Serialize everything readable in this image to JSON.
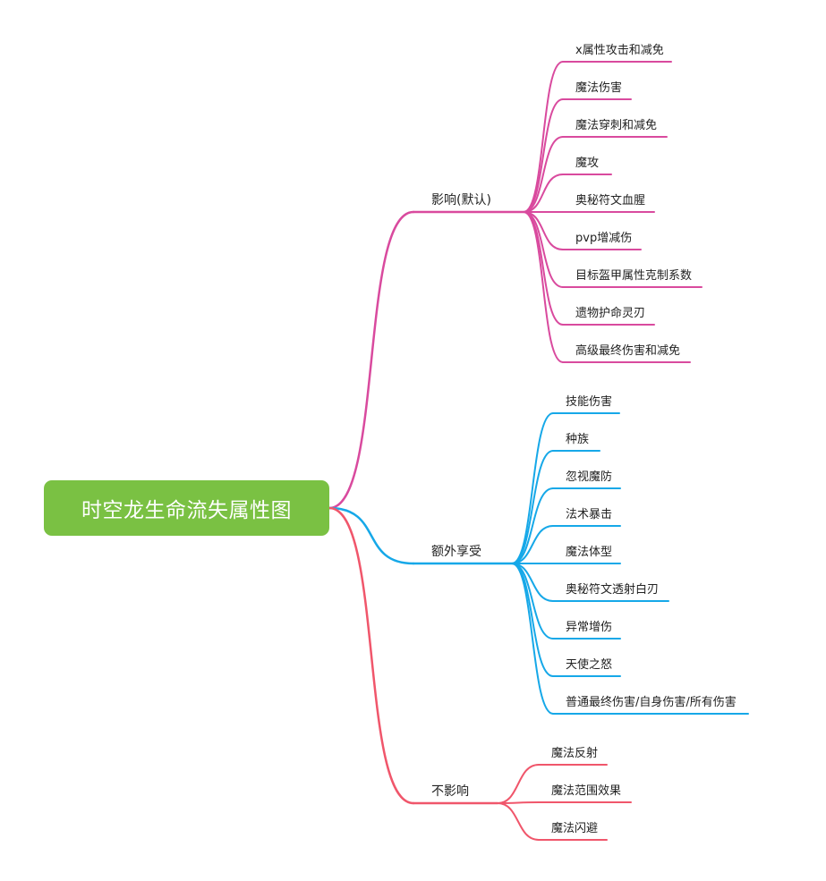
{
  "root": {
    "label": "时空龙生命流失属性图",
    "color": "#7ac143"
  },
  "branches": [
    {
      "label": "影响(默认)",
      "color": "#d94a9e",
      "items": [
        "x属性攻击和减免",
        "魔法伤害",
        "魔法穿刺和减免",
        "魔攻",
        "奥秘符文血腥",
        "pvp增减伤",
        "目标盔甲属性克制系数",
        "遗物护命灵刃",
        "高级最终伤害和减免"
      ]
    },
    {
      "label": "额外享受",
      "color": "#16a8e8",
      "items": [
        "技能伤害",
        "种族",
        "忽视魔防",
        "法术暴击",
        "魔法体型",
        "奥秘符文透射白刃",
        "异常增伤",
        "天使之怒",
        "普通最终伤害/自身伤害/所有伤害"
      ]
    },
    {
      "label": "不影响",
      "color": "#f0566b",
      "items": [
        "魔法反射",
        "魔法范围效果",
        "魔法闪避"
      ]
    }
  ]
}
